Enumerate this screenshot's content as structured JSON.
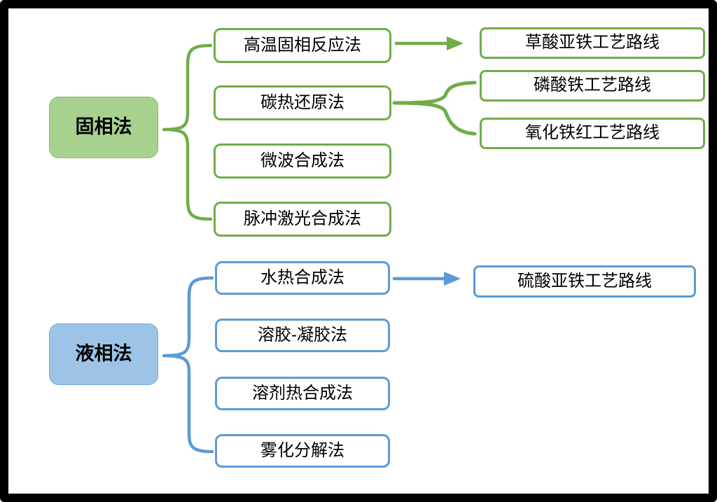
{
  "diagram": {
    "title": "",
    "colors": {
      "solid_accent": "#70ad47",
      "solid_fill": "#a9d18e",
      "liquid_accent": "#5b9bd5",
      "liquid_fill": "#9dc3e6",
      "frame": "#000000",
      "background": "#ffffff"
    },
    "solid": {
      "root": "固相法",
      "methods": [
        "高温固相反应法",
        "碳热还原法",
        "微波合成法",
        "脉冲激光合成法"
      ],
      "routes": [
        "草酸亚铁工艺路线",
        "磷酸铁工艺路线",
        "氧化铁红工艺路线"
      ],
      "links": [
        "高温固相反应法 → 草酸亚铁工艺路线",
        "碳热还原法 → 磷酸铁工艺路线",
        "碳热还原法 → 氧化铁红工艺路线"
      ]
    },
    "liquid": {
      "root": "液相法",
      "methods": [
        "水热合成法",
        "溶胶-凝胶法",
        "溶剂热合成法",
        "雾化分解法"
      ],
      "routes": [
        "硫酸亚铁工艺路线"
      ],
      "links": [
        "水热合成法 → 硫酸亚铁工艺路线"
      ]
    }
  }
}
